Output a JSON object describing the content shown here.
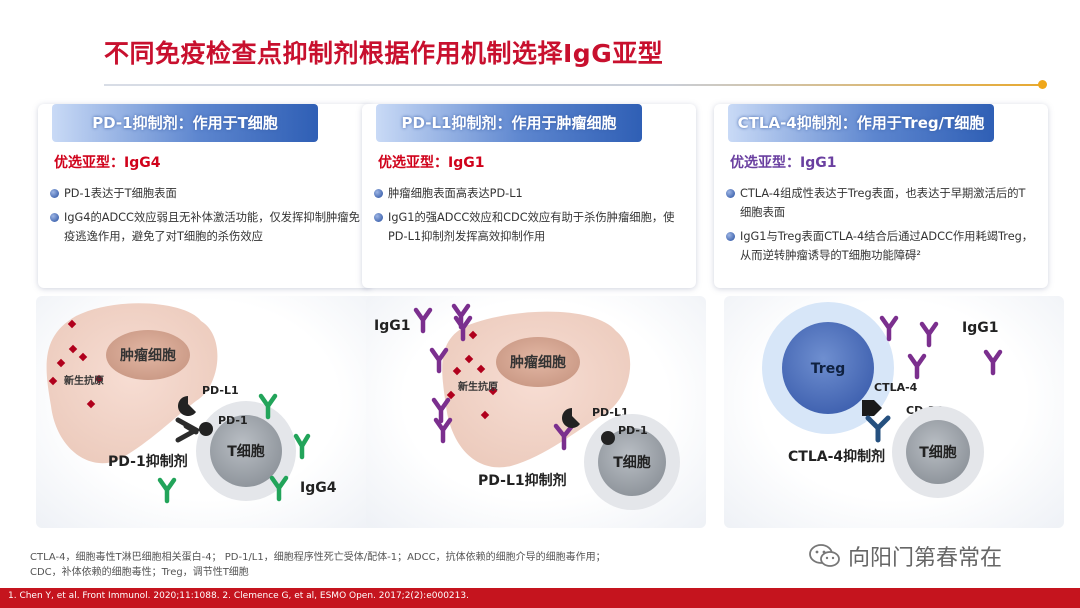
{
  "title": "不同免疫检查点抑制剂根据作用机制选择IgG亚型",
  "cards": [
    {
      "header": "PD-1抑制剂：作用于T细胞",
      "subtype": "优选亚型：IgG4",
      "subtype_color": "#d0021b",
      "bullets": [
        "PD-1表达于T细胞表面",
        "IgG4的ADCC效应弱且无补体激活功能，仅发挥抑制肿瘤免疫逃逸作用，避免了对T细胞的杀伤效应"
      ]
    },
    {
      "header": "PD-L1抑制剂：作用于肿瘤细胞",
      "subtype": "优选亚型：IgG1",
      "subtype_color": "#d0021b",
      "bullets": [
        "肿瘤细胞表面高表达PD-L1",
        "IgG1的强ADCC效应和CDC效应有助于杀伤肿瘤细胞，使PD-L1抑制剂发挥高效抑制作用"
      ]
    },
    {
      "header": "CTLA-4抑制剂：作用于Treg/T细胞",
      "subtype": "优选亚型：IgG1",
      "subtype_color": "#6a3fa0",
      "bullets": [
        "CTLA-4组成性表达于Treg表面，也表达于早期激活后的T细胞表面",
        "IgG1与Treg表面CTLA-4结合后通过ADCC作用耗竭Treg，从而逆转肿瘤诱导的T细胞功能障碍²"
      ]
    }
  ],
  "diagrams": {
    "d1": {
      "tumor": "肿瘤细胞",
      "antigen": "新生抗原",
      "pdl1": "PD-L1",
      "pd1": "PD-1",
      "drug": "PD-1抑制剂",
      "tcell": "T细胞",
      "igg": "IgG4"
    },
    "d2": {
      "igg": "IgG1",
      "tumor": "肿瘤细胞",
      "antigen": "新生抗原",
      "pdl1": "PD-L1",
      "pd1": "PD-1",
      "drug": "PD-L1抑制剂",
      "tcell": "T细胞"
    },
    "d3": {
      "treg": "Treg",
      "igg": "IgG1",
      "ctla4": "CTLA-4",
      "cd28": "CD-28",
      "drug": "CTLA-4抑制剂",
      "tcell": "T细胞"
    }
  },
  "colors": {
    "igg4": "#22a45a",
    "igg1": "#7b2f8e",
    "drug": "#2b2b2b",
    "ctla_drug": "#25507f",
    "title_red": "#c8102e"
  },
  "footnote_line1": "CTLA-4，细胞毒性T淋巴细胞相关蛋白-4；  PD-1/L1，细胞程序性死亡受体/配体-1；ADCC，抗体依赖的细胞介导的细胞毒作用；",
  "footnote_line2": "CDC，补体依赖的细胞毒性；Treg，调节性T细胞",
  "references": "1. Chen Y, et al. Front Immunol. 2020;11:1088.  2. Clemence G, et al, ESMO Open. 2017;2(2):e000213.",
  "watermark": "向阳门第春常在"
}
